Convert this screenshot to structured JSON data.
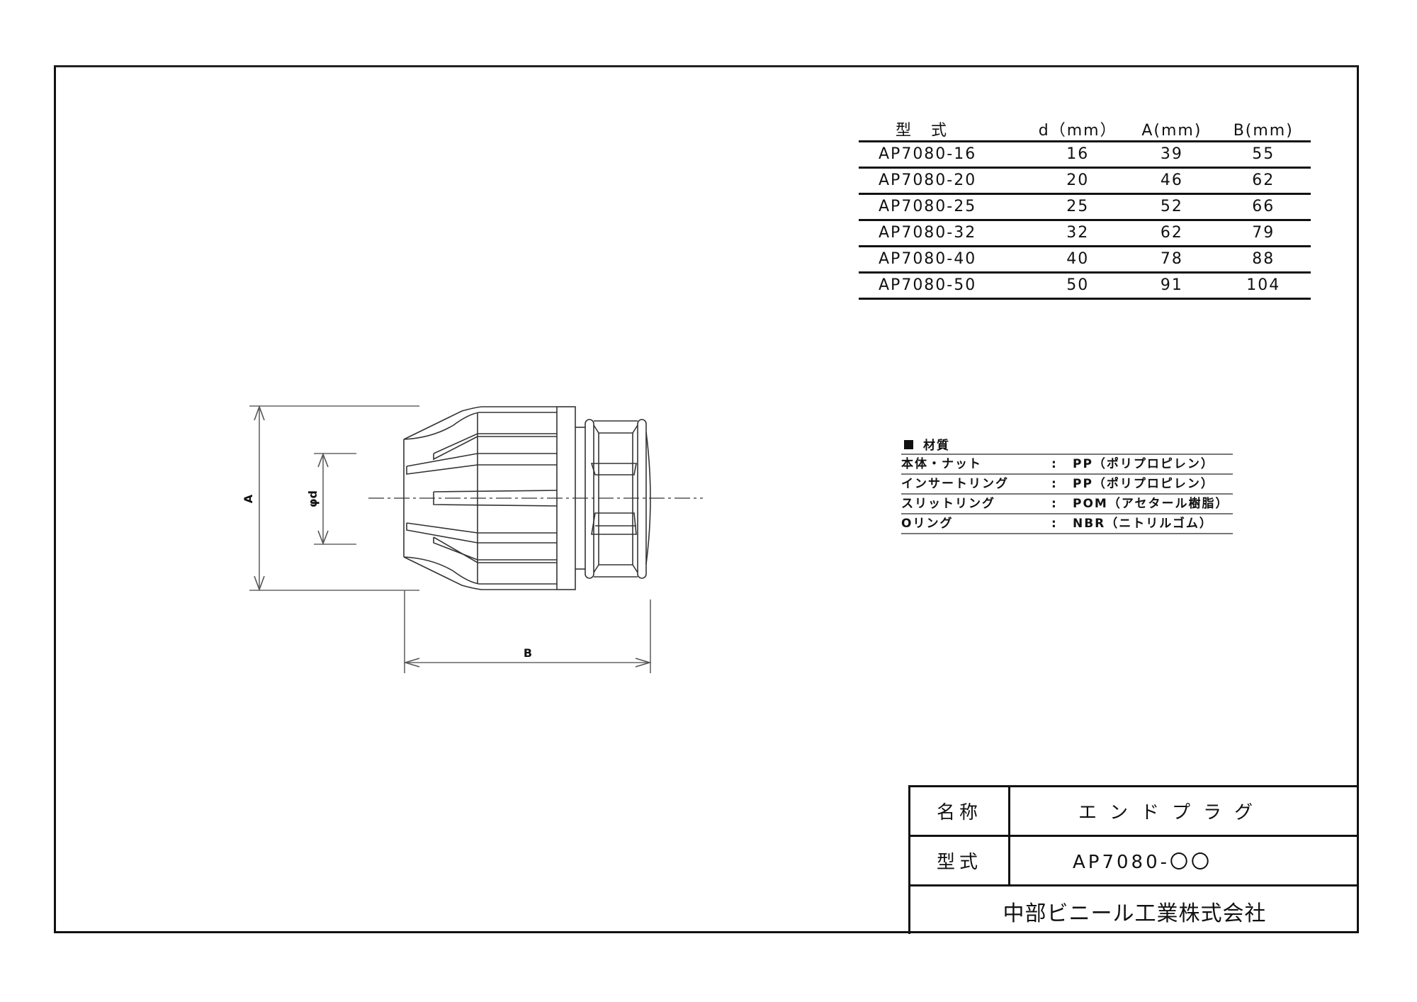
{
  "spec_table": {
    "headers": {
      "model": "型式",
      "d": "d（mm）",
      "a": "A(mm)",
      "b": "B(mm)"
    },
    "rows": [
      {
        "model": "AP7080-16",
        "d": "16",
        "a": "39",
        "b": "55"
      },
      {
        "model": "AP7080-20",
        "d": "20",
        "a": "46",
        "b": "62"
      },
      {
        "model": "AP7080-25",
        "d": "25",
        "a": "52",
        "b": "66"
      },
      {
        "model": "AP7080-32",
        "d": "32",
        "a": "62",
        "b": "79"
      },
      {
        "model": "AP7080-40",
        "d": "40",
        "a": "78",
        "b": "88"
      },
      {
        "model": "AP7080-50",
        "d": "50",
        "a": "91",
        "b": "104"
      }
    ]
  },
  "materials": {
    "title": "材質",
    "rows": [
      {
        "part": "本体・ナット",
        "colon": ":",
        "value": "PP（ポリプロピレン）"
      },
      {
        "part": "インサートリング",
        "colon": ":",
        "value": "PP（ポリプロピレン）"
      },
      {
        "part": "スリットリング",
        "colon": ":",
        "value": "POM（アセタール樹脂）"
      },
      {
        "part": "Oリング",
        "colon": ":",
        "value": "NBR（ニトリルゴム）"
      }
    ]
  },
  "drawing": {
    "dim_a_label": "A",
    "dim_d_label": "φd",
    "dim_b_label": "B",
    "line_color": "#333333"
  },
  "title_block": {
    "name_label": "名称",
    "name_value": "エンドプラグ",
    "model_label": "型式",
    "model_value": "AP7080-〇〇",
    "company": "中部ビニール工業株式会社"
  }
}
